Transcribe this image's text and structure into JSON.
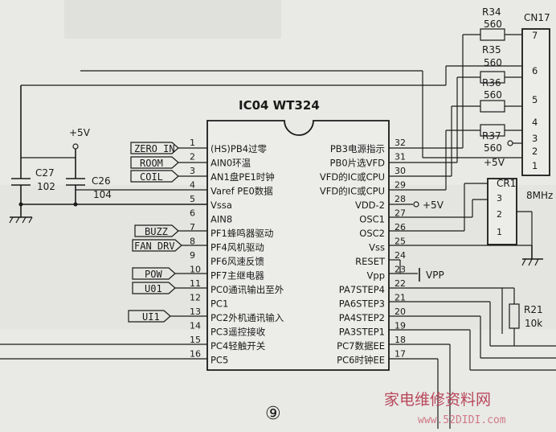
{
  "ic": {
    "title": "IC04 WT324",
    "left_pins": [
      {
        "num": "1",
        "label": "(HS)PB4过零"
      },
      {
        "num": "2",
        "label": "AIN0环温"
      },
      {
        "num": "3",
        "label": "AN1盘PE1时钟"
      },
      {
        "num": "4",
        "label": "Varef PE0数据"
      },
      {
        "num": "5",
        "label": "Vssa"
      },
      {
        "num": "6",
        "label": "AIN8"
      },
      {
        "num": "7",
        "label": "PF1蜂鸣器驱动"
      },
      {
        "num": "8",
        "label": "PF4风机驱动"
      },
      {
        "num": "9",
        "label": "PF6风速反馈"
      },
      {
        "num": "10",
        "label": "PF7主继电器"
      },
      {
        "num": "11",
        "label": "PC0通讯输出至外"
      },
      {
        "num": "12",
        "label": "PC1"
      },
      {
        "num": "13",
        "label": "PC2外机通讯输入"
      },
      {
        "num": "14",
        "label": "PC3遥控接收"
      },
      {
        "num": "15",
        "label": "PC4轻触开关"
      },
      {
        "num": "16",
        "label": "PC5"
      }
    ],
    "right_pins": [
      {
        "num": "32",
        "label": "PB3电源指示"
      },
      {
        "num": "31",
        "label": "PB0片选VFD"
      },
      {
        "num": "30",
        "label": "VFD的IC或CPU"
      },
      {
        "num": "29",
        "label": "VFD的IC或CPU"
      },
      {
        "num": "28",
        "label": "VDD-2"
      },
      {
        "num": "27",
        "label": "OSC1"
      },
      {
        "num": "26",
        "label": "OSC2"
      },
      {
        "num": "25",
        "label": "Vss"
      },
      {
        "num": "24",
        "label": "RESET"
      },
      {
        "num": "23",
        "label": "Vpp"
      },
      {
        "num": "22",
        "label": "PA7STEP4"
      },
      {
        "num": "21",
        "label": "PA6STEP3"
      },
      {
        "num": "20",
        "label": "PA4STEP2"
      },
      {
        "num": "19",
        "label": "PA3STEP1"
      },
      {
        "num": "18",
        "label": "PC7数据EE"
      },
      {
        "num": "17",
        "label": "PC6时钟EE"
      }
    ]
  },
  "connectors": {
    "zero_in": "ZERO IN",
    "room": "ROOM",
    "coil": "COIL",
    "buzz": "BUZZ",
    "fan_drv": "FAN DRV",
    "pow": "POW",
    "u01": "U01",
    "ui1": "UI1"
  },
  "components": {
    "c27_name": "C27",
    "c27_value": "102",
    "c26_name": "C26",
    "c26_value": "104",
    "plus5v_left": "+5V",
    "r34_name": "R34",
    "r34_value": "560",
    "r35_name": "R35",
    "r35_value": "560",
    "r36_name": "R36",
    "r36_value": "560",
    "r37_name": "R37",
    "r37_value": "560",
    "cn17": "CN17",
    "cn17_pins": [
      "7",
      "6",
      "5",
      "4",
      "3",
      "2",
      "1"
    ],
    "plus5v_cn": "+5V",
    "cr1": "CR1",
    "cr1_freq": "8MHz",
    "cr1_pins": [
      "3",
      "2",
      "1"
    ],
    "plus5v_vdd": "+5V",
    "vpp": "VPP",
    "r21_name": "R21",
    "r21_value": "10k"
  },
  "figure_number": "⑨",
  "watermark": {
    "cn": "家电维修资料网",
    "url": "www.52DIDI.com"
  }
}
